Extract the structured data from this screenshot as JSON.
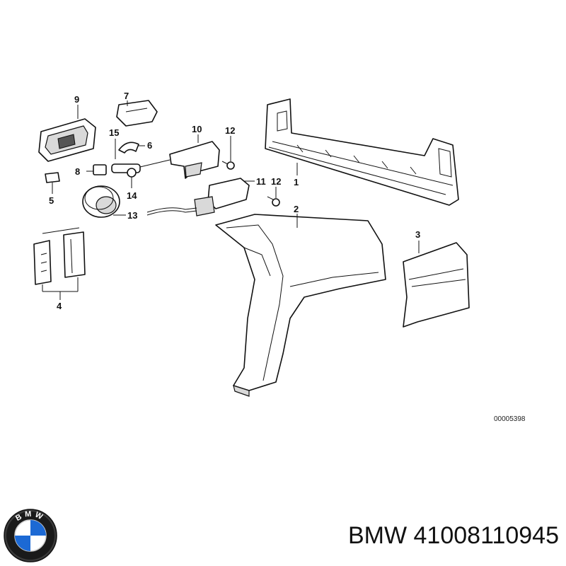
{
  "diagram": {
    "drawing_code": "00005398",
    "callouts": [
      "1",
      "2",
      "3",
      "4",
      "5",
      "6",
      "7",
      "8",
      "9",
      "10",
      "11",
      "12",
      "12",
      "13",
      "14",
      "15"
    ]
  },
  "footer": {
    "brand": "BMW",
    "part_number": "41008110945",
    "title": "BMW 41008110945"
  },
  "logo": {
    "icon": "bmw-roundel-icon",
    "lettering": "BMW",
    "colors": {
      "blue": "#1c69d4",
      "ring": "#111111",
      "white": "#ffffff"
    }
  }
}
